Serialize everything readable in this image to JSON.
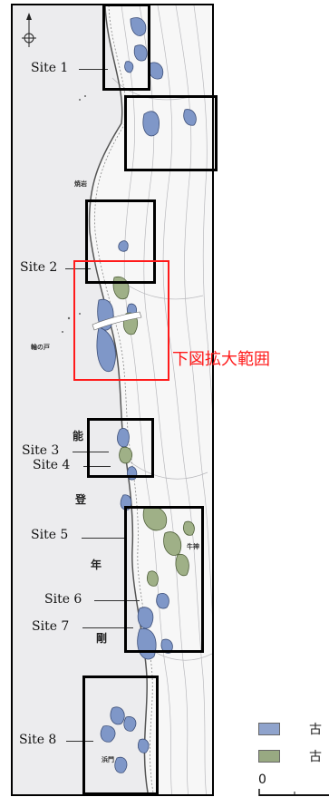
{
  "site_labels": [
    "Site 1",
    "Site 2",
    "Site 3",
    "Site 4",
    "Site 5",
    "Site 6",
    "Site 7",
    "Site 8"
  ],
  "zoom_area_label": "下図拡大範囲",
  "place_names": [
    "能",
    "登",
    "年",
    "剛"
  ],
  "small_place_names": [
    "焼岩",
    "輪の戸",
    "浜門",
    "牛神"
  ],
  "legend": [
    {
      "label": "古",
      "color": "#8fa3cc"
    },
    {
      "label": "古",
      "color": "#98a982"
    }
  ],
  "scale": {
    "start_label": "0"
  },
  "colors": {
    "blue_patch": "#7f97c8",
    "green_patch": "#9fb087",
    "box": "#000000",
    "zoom_box": "#ff1a1a",
    "map_background": "#ececee"
  },
  "icons": {
    "north_arrow": "north-arrow-icon"
  }
}
